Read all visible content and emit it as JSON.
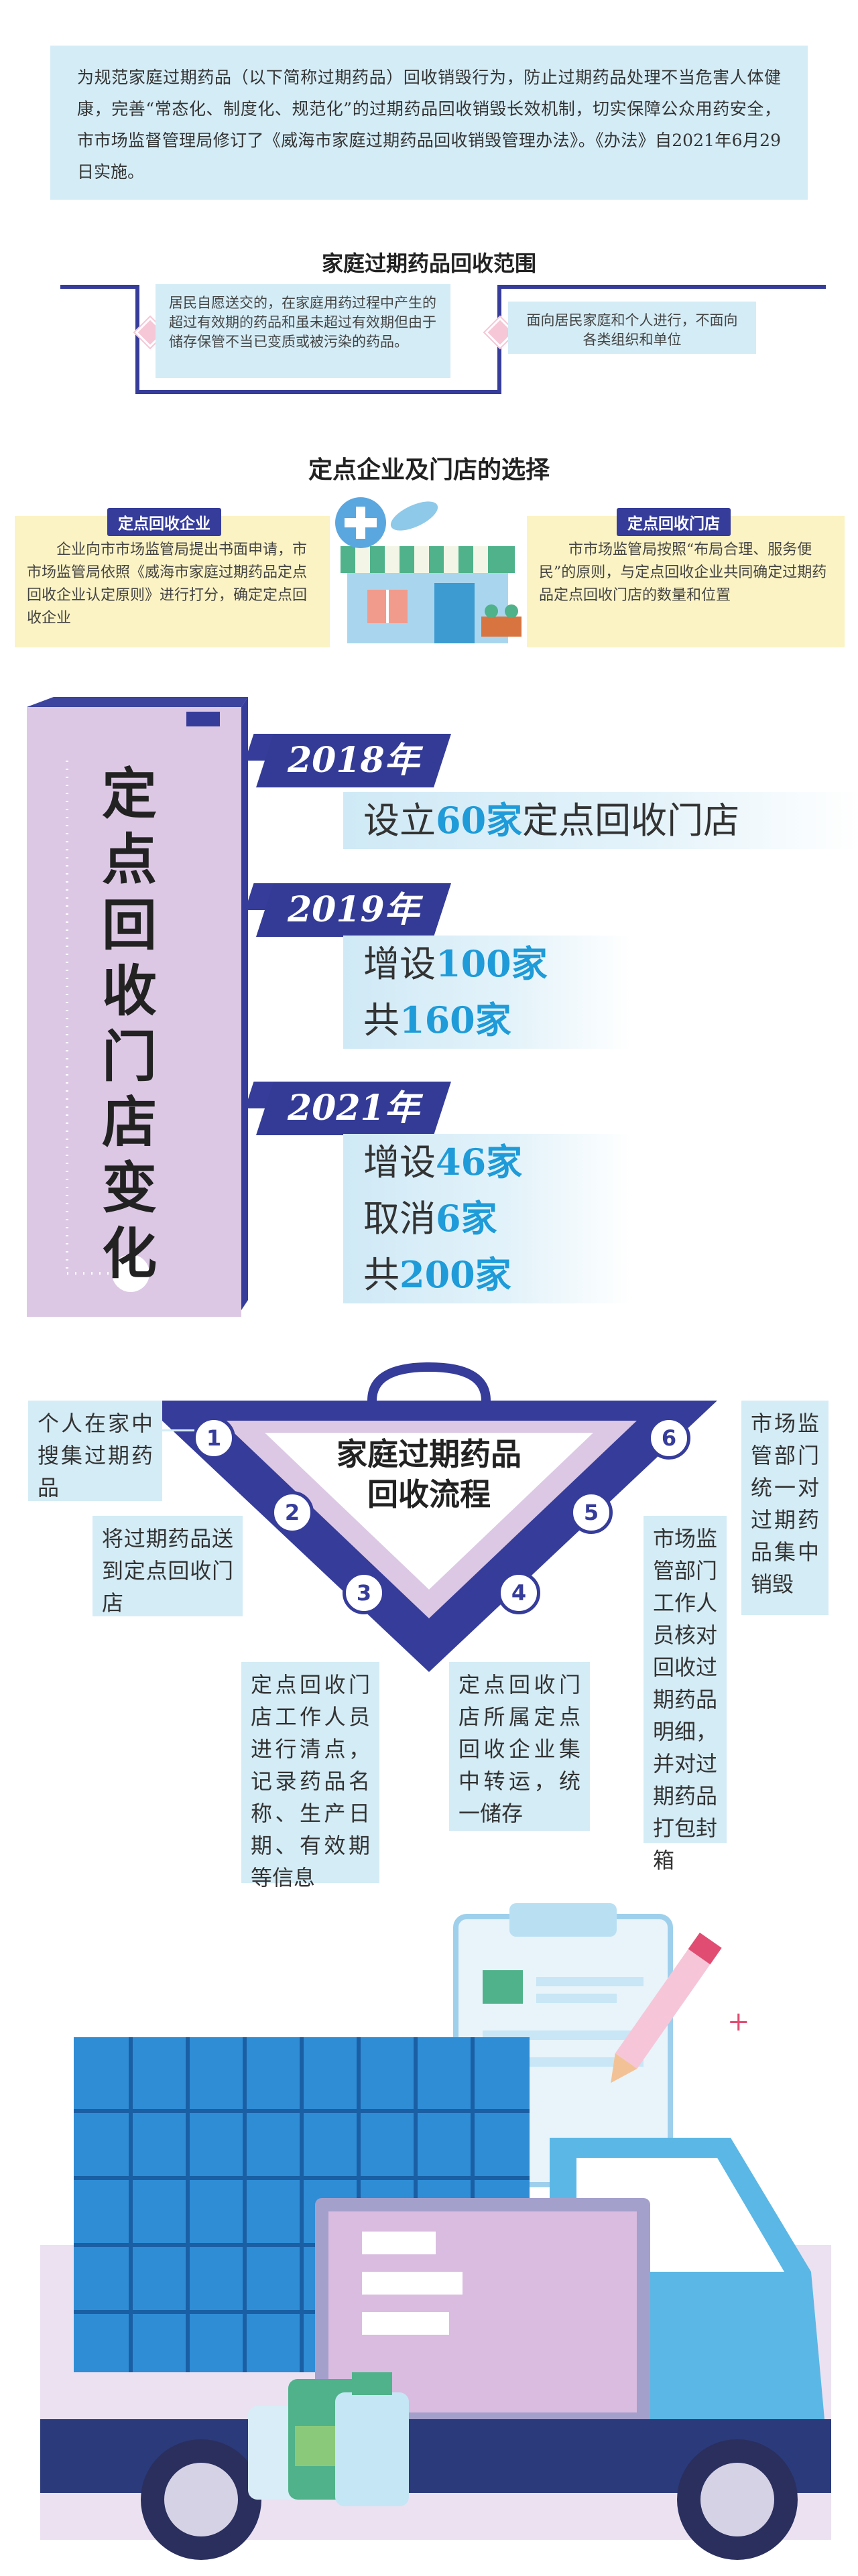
{
  "intro": "为规范家庭过期药品（以下简称过期药品）回收销毁行为，防止过期药品处理不当危害人体健康，完善“常态化、制度化、规范化”的过期药品回收销毁长效机制，切实保障公众用药安全，市市场监督管理局修订了《威海市家庭过期药品回收销毁管理办法》。《办法》自2021年6月29日实施。",
  "scope": {
    "title": "家庭过期药品回收范围",
    "left_text": "居民自愿送交的，在家庭用药过程中产生的超过有效期的药品和虽未超过有效期但由于储存保管不当已变质或被污染的药品。",
    "right_text": "面向居民家庭和个人进行，不面向各类组织和单位"
  },
  "selection": {
    "title": "定点企业及门店的选择",
    "left_tag": "定点回收企业",
    "left_text": "企业向市市场监管局提出书面申请，市市场监管局依照《威海市家庭过期药品定点回收企业认定原则》进行打分，确定定点回收企业",
    "right_tag": "定点回收门店",
    "right_text": "市市场监管局按照“布局合理、服务便民”的原则，与定点回收企业共同确定过期药品定点回收门店的数量和位置"
  },
  "changes": {
    "title": "定点回收门店变化",
    "years": [
      {
        "year": "2018年",
        "lines": [
          {
            "pre": "设立",
            "num": "60家",
            "post": "定点回收门店"
          }
        ]
      },
      {
        "year": "2019年",
        "lines": [
          {
            "pre": "增设",
            "num": "100家",
            "post": ""
          },
          {
            "pre": "共",
            "num": "160家",
            "post": ""
          }
        ]
      },
      {
        "year": "2021年",
        "lines": [
          {
            "pre": "增设",
            "num": "46家",
            "post": ""
          },
          {
            "pre": "取消",
            "num": "6家",
            "post": ""
          },
          {
            "pre": "共",
            "num": "200家",
            "post": ""
          }
        ]
      }
    ]
  },
  "process": {
    "title_line1": "家庭过期药品",
    "title_line2": "回收流程",
    "steps": [
      {
        "num": "1",
        "text": "个人在家中搜集过期药品"
      },
      {
        "num": "2",
        "text": "将过期药品送到定点回收门店"
      },
      {
        "num": "3",
        "text": "定点回收门店工作人员进行清点，记录药品名称、生产日期、有效期等信息"
      },
      {
        "num": "4",
        "text": "定点回收门店所属定点回收企业集中转运，统一储存"
      },
      {
        "num": "5",
        "text": "市场监管部门工作人员核对回收过期药品明细，并对过期药品打包封箱"
      },
      {
        "num": "6",
        "text": "市场监管部门统一对过期药品集中销毁"
      }
    ]
  },
  "colors": {
    "navy": "#363c9a",
    "lavender": "#dcc8e4",
    "light_blue": "#d4ecf6",
    "accent_blue": "#1e9bd8",
    "yellow": "#fbf3c4"
  }
}
